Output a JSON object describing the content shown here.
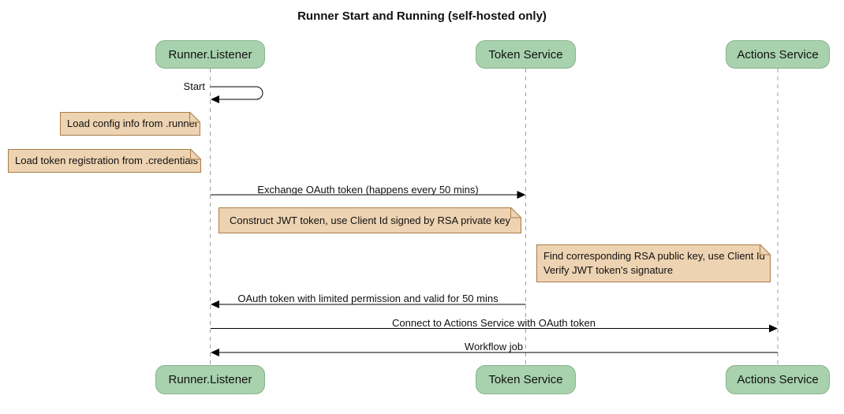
{
  "title": "Runner Start and Running (self-hosted only)",
  "participants": [
    "Runner.Listener",
    "Token Service",
    "Actions Service"
  ],
  "messages": {
    "self_start": "Start",
    "exchange_oauth": "Exchange OAuth token (happens every 50 mins)",
    "oauth_return": "OAuth token with limited permission and valid for 50 mins",
    "connect_actions": "Connect to Actions Service with OAuth token",
    "workflow_job": "Workflow job"
  },
  "notes": {
    "load_config": "Load config info from .runner",
    "load_token_registration": "Load token registration from .credentials",
    "construct_jwt": "Construct JWT token, use Client Id signed by RSA private key",
    "find_rsa_line1": "Find corresponding RSA public key, use Client Id",
    "find_rsa_line2": "Verify JWT token's signature"
  },
  "colors": {
    "participant-fill": "#a8d2ad",
    "participant-border": "#88b18e",
    "note-fill": "#eed3b2",
    "note-border": "#a87d4a",
    "lifeline": "#9e9e9e",
    "arrow": "#000000",
    "text": "#111111",
    "background": "#ffffff"
  }
}
